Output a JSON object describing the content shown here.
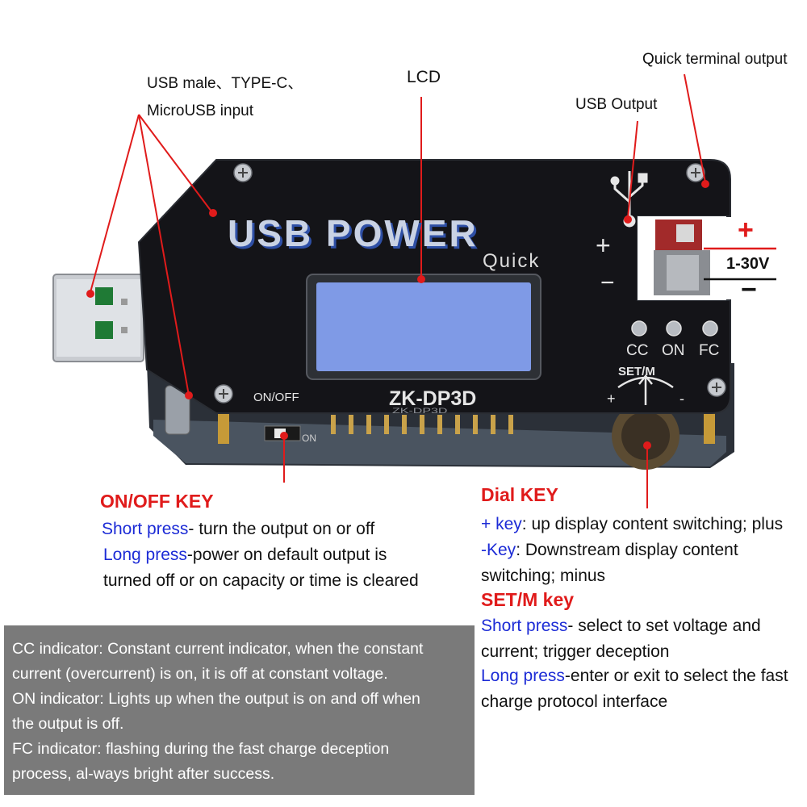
{
  "callouts": {
    "usb_input_line1": "USB male、TYPE-C、",
    "usb_input_line2": "MicroUSB input",
    "lcd": "LCD",
    "usb_output": "USB Output",
    "quick_terminal": "Quick terminal output"
  },
  "device": {
    "brand_top": "USB POWER",
    "brand_sub": "Quick",
    "model": "ZK-DP3D",
    "model_reflection": "ZK-DP3D",
    "onoff_label": "ON/OFF",
    "switch_on_label": "ON",
    "indicators": [
      "CC",
      "ON",
      "FC"
    ],
    "dial_label": "SET/M",
    "dial_plus": "+",
    "dial_minus": "-",
    "terminal_plus": "+",
    "terminal_minus": "−",
    "voltage_range": "1-30V",
    "outer_plus": "+",
    "outer_minus": "−",
    "colors": {
      "body": "#141418",
      "lcd": "#7f9ae6",
      "accent_red": "#e01b1b",
      "text_blue": "#1c2bd6"
    }
  },
  "onoff_key": {
    "title": "ON/OFF KEY",
    "short_label": "Short press",
    "short_text": "- turn the output on or off",
    "long_label": "Long press",
    "long_text": "-power on default output is",
    "long_text2": "turned off or on capacity or time is cleared"
  },
  "dial_key": {
    "title": "Dial KEY",
    "plus_label": "+ key",
    "plus_text": ": up display content switching; plus",
    "minus_label": "-Key",
    "minus_text": ": Downstream display content",
    "minus_text2": "switching; minus",
    "setm_title": "SET/M key",
    "short_label": "Short press",
    "short_text": "- select to set voltage and",
    "short_text2": "current; trigger deception",
    "long_label": "Long press",
    "long_text": "-enter or exit to select the fast",
    "long_text2": "charge protocol interface"
  },
  "info_box": {
    "lines": [
      "CC indicator: Constant current indicator, when the constant",
      "current (overcurrent) is on, it is off at constant voltage.",
      "ON indicator: Lights up when the output is on and off when",
      "the output is off.",
      "FC indicator: flashing during the fast charge deception",
      "process, al-ways bright after success."
    ]
  }
}
